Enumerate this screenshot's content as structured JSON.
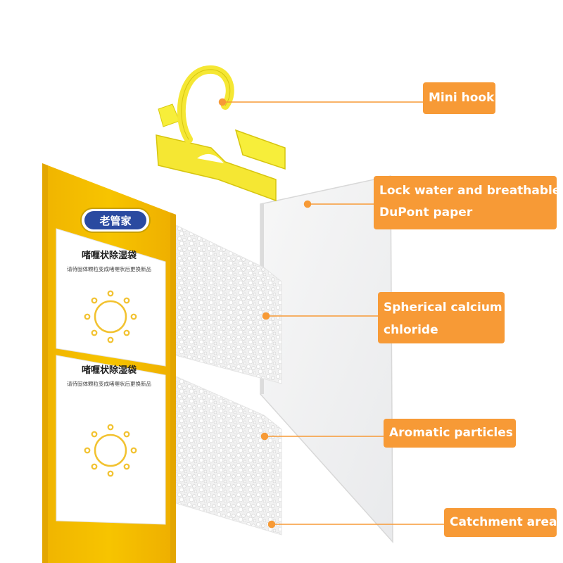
{
  "brand": {
    "logo_text": "老管家",
    "accent_color": "#f2b800",
    "callout_color": "#f79a36"
  },
  "package": {
    "panel_top": {
      "title": "啫喱状除湿袋",
      "subtitle": "请待固体颗粒变成啫喱状后更换新品",
      "icon": "sun-icon"
    },
    "panel_bottom": {
      "title": "啫喱状除湿袋",
      "subtitle": "请待固体颗粒变成啫喱状后更换新品",
      "icon": "sun-icon"
    }
  },
  "callouts": {
    "hook": {
      "label": "Mini hook"
    },
    "paper": {
      "line1": "Lock water and breathable",
      "line2": "DuPont paper"
    },
    "calcium": {
      "line1": "Spherical calcium",
      "line2": "chloride"
    },
    "aromatic": {
      "label": "Aromatic particles"
    },
    "catchment": {
      "label": "Catchment area"
    }
  }
}
